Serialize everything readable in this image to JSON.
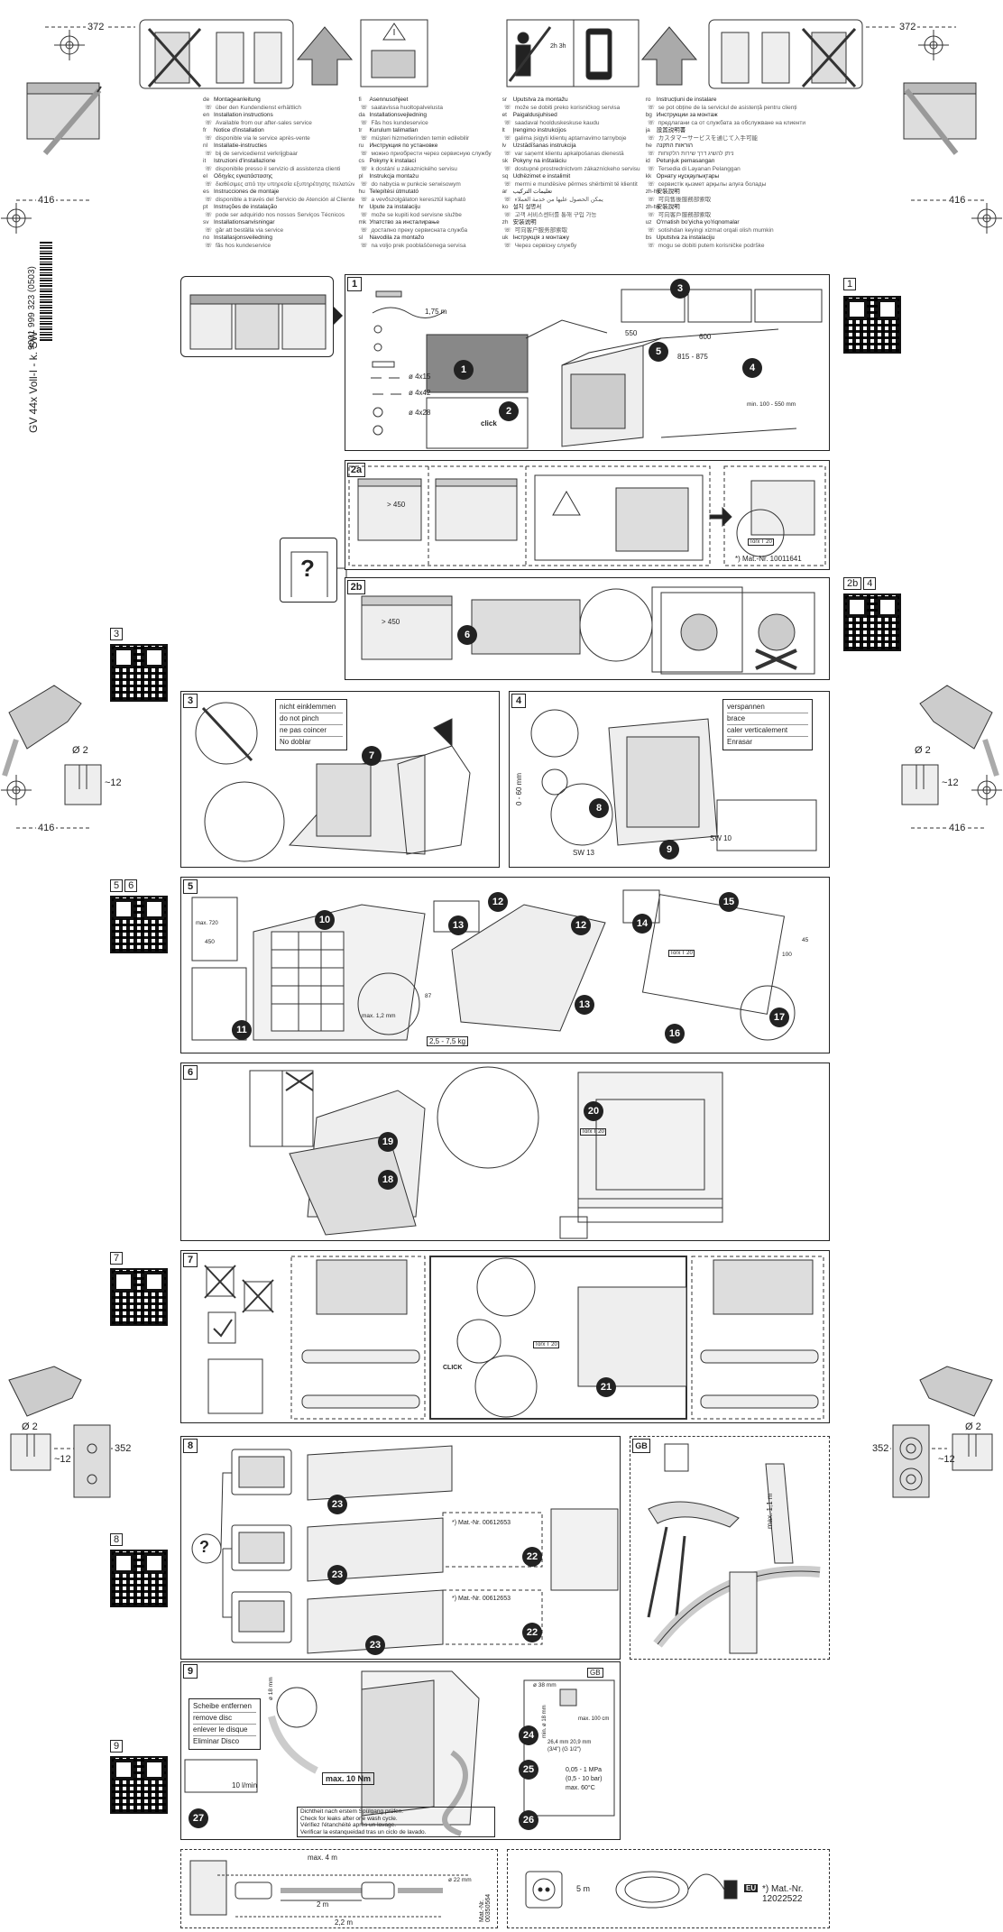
{
  "doc_code": "GV 44x Voll-I - k. SW",
  "barcode_text": "9001 999 323 (0503)",
  "measures": {
    "top_left": "372",
    "top_right": "372",
    "mid_left": "416",
    "mid_right": "416",
    "drill_left": "416",
    "drill_right": "416",
    "hinge_left": "352",
    "hinge_right": "352",
    "diam_left_upper": "Ø 2",
    "depth_left_upper": "~12",
    "diam_right_upper": "Ø 2",
    "depth_right_upper": "~12",
    "diam_left_lower": "Ø 2",
    "depth_left_lower": "~12",
    "diam_right_lower": "Ø 2",
    "depth_right_lower": "~12"
  },
  "timer_label": "2h 3h",
  "languages": [
    [
      {
        "code": "de",
        "title": "Montageanleitung",
        "sub": "über den Kundendienst erhältlich"
      },
      {
        "code": "en",
        "title": "Installation instructions",
        "sub": "Available from our after-sales service"
      },
      {
        "code": "fr",
        "title": "Notice d'installation",
        "sub": "disponible via le service après-vente"
      },
      {
        "code": "nl",
        "title": "Installatie-instructies",
        "sub": "bij de servicedienst verkrijgbaar"
      },
      {
        "code": "it",
        "title": "Istruzioni d'installazione",
        "sub": "disponibile presso il servizio di assistenza clienti"
      },
      {
        "code": "el",
        "title": "Οδηγίες εγκατάστασης",
        "sub": "διαθέσιμες από την υπηρεσία εξυπηρέτησης πελατών"
      },
      {
        "code": "es",
        "title": "Instrucciones de montaje",
        "sub": "disponible a través del Servicio de Atención al Cliente"
      },
      {
        "code": "pt",
        "title": "Instruções de instalação",
        "sub": "pode ser adquirido nos nossos Serviços Técnicos"
      },
      {
        "code": "sv",
        "title": "Installationsanvisningar",
        "sub": "går att beställa via service"
      },
      {
        "code": "no",
        "title": "Installasjonsveiledning",
        "sub": "fås hos kundeservice"
      }
    ],
    [
      {
        "code": "fi",
        "title": "Asennusohjeet",
        "sub": "saatavissa huoltopalvelusta"
      },
      {
        "code": "da",
        "title": "Installationsvejledning",
        "sub": "Fås hos kundeservice"
      },
      {
        "code": "tr",
        "title": "Kurulum talimatları",
        "sub": "müşteri hizmetlerinden temin edilebilir"
      },
      {
        "code": "ru",
        "title": "Инструкция по установке",
        "sub": "можно приобрести через сервисную службу"
      },
      {
        "code": "cs",
        "title": "Pokyny k instalaci",
        "sub": "k dostání u zákaznického servisu"
      },
      {
        "code": "pl",
        "title": "Instrukcja montażu",
        "sub": "do nabycia w punkcie serwisowym"
      },
      {
        "code": "hu",
        "title": "Telepítési útmutató",
        "sub": "a vevőszolgálaton keresztül kapható"
      },
      {
        "code": "hr",
        "title": "Upute za instalaciju",
        "sub": "može se kupiti kod servisne službe"
      },
      {
        "code": "mk",
        "title": "Упатство за инсталирање",
        "sub": "достапно преку сервисната служба"
      },
      {
        "code": "sl",
        "title": "Navodila za montažo",
        "sub": "na voljo prek pooblaščenega servisa"
      }
    ],
    [
      {
        "code": "sr",
        "title": "Uputstva za montažu",
        "sub": "može se dobiti preko korisničkog servisa"
      },
      {
        "code": "et",
        "title": "Paigaldusjuhised",
        "sub": "saadaval hoolduskeskuse kaudu"
      },
      {
        "code": "lt",
        "title": "Įrengimo instrukcijos",
        "sub": "galima įsigyti klientų aptarnavimo tarnyboje"
      },
      {
        "code": "lv",
        "title": "Uzstādīšanas instrukcija",
        "sub": "var saņemt klientu apkalpošanas dienestā"
      },
      {
        "code": "sk",
        "title": "Pokyny na inštaláciu",
        "sub": "dostupné prostredníctvom zákazníckeho servisu"
      },
      {
        "code": "sq",
        "title": "Udhëzimet e instalimit",
        "sub": "merrni e mundësive përmes shërbimit të klientit"
      },
      {
        "code": "ar",
        "title": "تعليمات التركيب",
        "sub": "يمكن الحصول عليها من خدمة العملاء"
      },
      {
        "code": "ko",
        "title": "설치 설명서",
        "sub": "고객 서비스센터를 통해 구입 가능"
      },
      {
        "code": "zh",
        "title": "安装说明",
        "sub": "可向客户服务部索取"
      },
      {
        "code": "uk",
        "title": "Інструкція з монтажу",
        "sub": "Через сервісну службу"
      }
    ],
    [
      {
        "code": "ro",
        "title": "Instrucțiuni de instalare",
        "sub": "se pot obține de la serviciul de asistență pentru clienți"
      },
      {
        "code": "bg",
        "title": "Инструкции за монтаж",
        "sub": "предлагани са от службата за обслужване на клиенти"
      },
      {
        "code": "ja",
        "title": "設置説明書",
        "sub": "カスタマーサービスを通じて入手可能"
      },
      {
        "code": "he",
        "title": "הוראות התקנה",
        "sub": "ניתן להשיג דרך שירות הלקוחות"
      },
      {
        "code": "id",
        "title": "Petunjuk pemasangan",
        "sub": "Tersedia di Layanan Pelanggan"
      },
      {
        "code": "kk",
        "title": "Орнату нұсқаулықтары",
        "sub": "сервистік қызмет арқылы алуға болады"
      },
      {
        "code": "zh-hk",
        "title": "安裝說明",
        "sub": "可向售後服務部索取"
      },
      {
        "code": "zh-tw",
        "title": "安裝說明",
        "sub": "可向客戶服務部索取"
      },
      {
        "code": "uz",
        "title": "O'rnatish bo'yicha yo'riqnomalar",
        "sub": "sotishdan keyingi xizmat orqali olish mumkin"
      },
      {
        "code": "bs",
        "title": "Uputstva za instalaciju",
        "sub": "mogu se dobiti putem korisničke podrške"
      }
    ]
  ],
  "qr_labels": {
    "q1": "1",
    "q2a": "2b",
    "q2b": "4",
    "q3": "3",
    "q5a": "5",
    "q5b": "6",
    "q7": "7",
    "q8": "8",
    "q9": "9"
  },
  "panel_labels": {
    "p1": "1",
    "p2a": "2a",
    "p2b": "2b",
    "p3": "3",
    "p4": "4",
    "p5": "5",
    "p6": "6",
    "p7": "7",
    "p8": "8",
    "pgb": "GB",
    "p9": "9"
  },
  "step1": {
    "hose_len": "1,75 m",
    "screw1": "ø 4x15",
    "screw2": "ø 4x42",
    "screw3": "ø 4x28",
    "click": "click",
    "dim_815": "815 - 875",
    "dim_550": "550",
    "dim_600": "600",
    "dim_min": "min. 100 - 550 mm"
  },
  "step2a": {
    "mat_nr": "*) Mat.-Nr. 10011641",
    "torx": "Torx T 20",
    "dim": "> 450"
  },
  "step2b": {
    "dim": "> 450"
  },
  "step3_words": [
    "nicht einklemmen",
    "do not pinch",
    "ne pas coincer",
    "No doblar"
  ],
  "step4": {
    "words": [
      "verspannen",
      "brace",
      "caler verticalement",
      "Enrasar"
    ],
    "range": "0 - 60 mm",
    "sw13": "SW 13",
    "sw10": "SW 10"
  },
  "step5": {
    "max_gap": "max. 1,2 mm",
    "weight": "2,5 - 7,5 kg",
    "torx": "Torx T 20",
    "dim_450": "450",
    "dim_vert": "max. 720",
    "dim_87": "87",
    "dim_100": "100",
    "dim_45": "45"
  },
  "step6": {
    "torx": "Torx T 20"
  },
  "step7": {
    "click": "CLICK",
    "torx": "Torx T 20"
  },
  "step8": {
    "mat_nr_1": "*) Mat.-Nr. 00612653",
    "mat_nr_2": "*) Mat.-Nr. 00612653"
  },
  "gb": {
    "height": "max. 1,1 m"
  },
  "step9": {
    "words": [
      "Scheibe entfernen",
      "remove disc",
      "enlever le disque",
      "Eliminar Disco"
    ],
    "flow": "10 l/min",
    "torque": "max. 10 Nm",
    "gb_label": "GB",
    "pressure": "0,05 - 1 MPa",
    "pressure2": "(0,5 - 10 bar)",
    "temp": "max. 60°C",
    "thread": "26,4 mm  20,9 mm",
    "thread2": "(3/4\")   (G 1/2\")",
    "dim_18": "ø 18 mm",
    "dim_38": "ø 38 mm",
    "dim_min": "min. ø 18 mm",
    "dim_max": "max. 100 cm",
    "check": [
      "Dichtheit nach erstem Spülgang prüfen.",
      "Check for leaks after one wash cycle.",
      "Vérifiez l'étanchéité après un lavage.",
      "Verificar la estanqueidad tras un ciclo de lavado."
    ]
  },
  "bottom": {
    "max_len": "max. 4 m",
    "len_2m": "2 m",
    "len_22m": "2,2 m",
    "dim_22": "ø 22 mm",
    "mat_nr_side": "Mat.-Nr. 00350564",
    "cable": "5 m",
    "eu_label": "EU",
    "mat_nr": "*) Mat.-Nr. 12022522"
  },
  "step_badges": [
    "1",
    "2",
    "3",
    "4",
    "5",
    "6",
    "7",
    "8",
    "9",
    "10",
    "11",
    "12",
    "13",
    "14",
    "15",
    "16",
    "17",
    "18",
    "19",
    "20",
    "21",
    "22",
    "23",
    "24",
    "25",
    "26",
    "27"
  ]
}
